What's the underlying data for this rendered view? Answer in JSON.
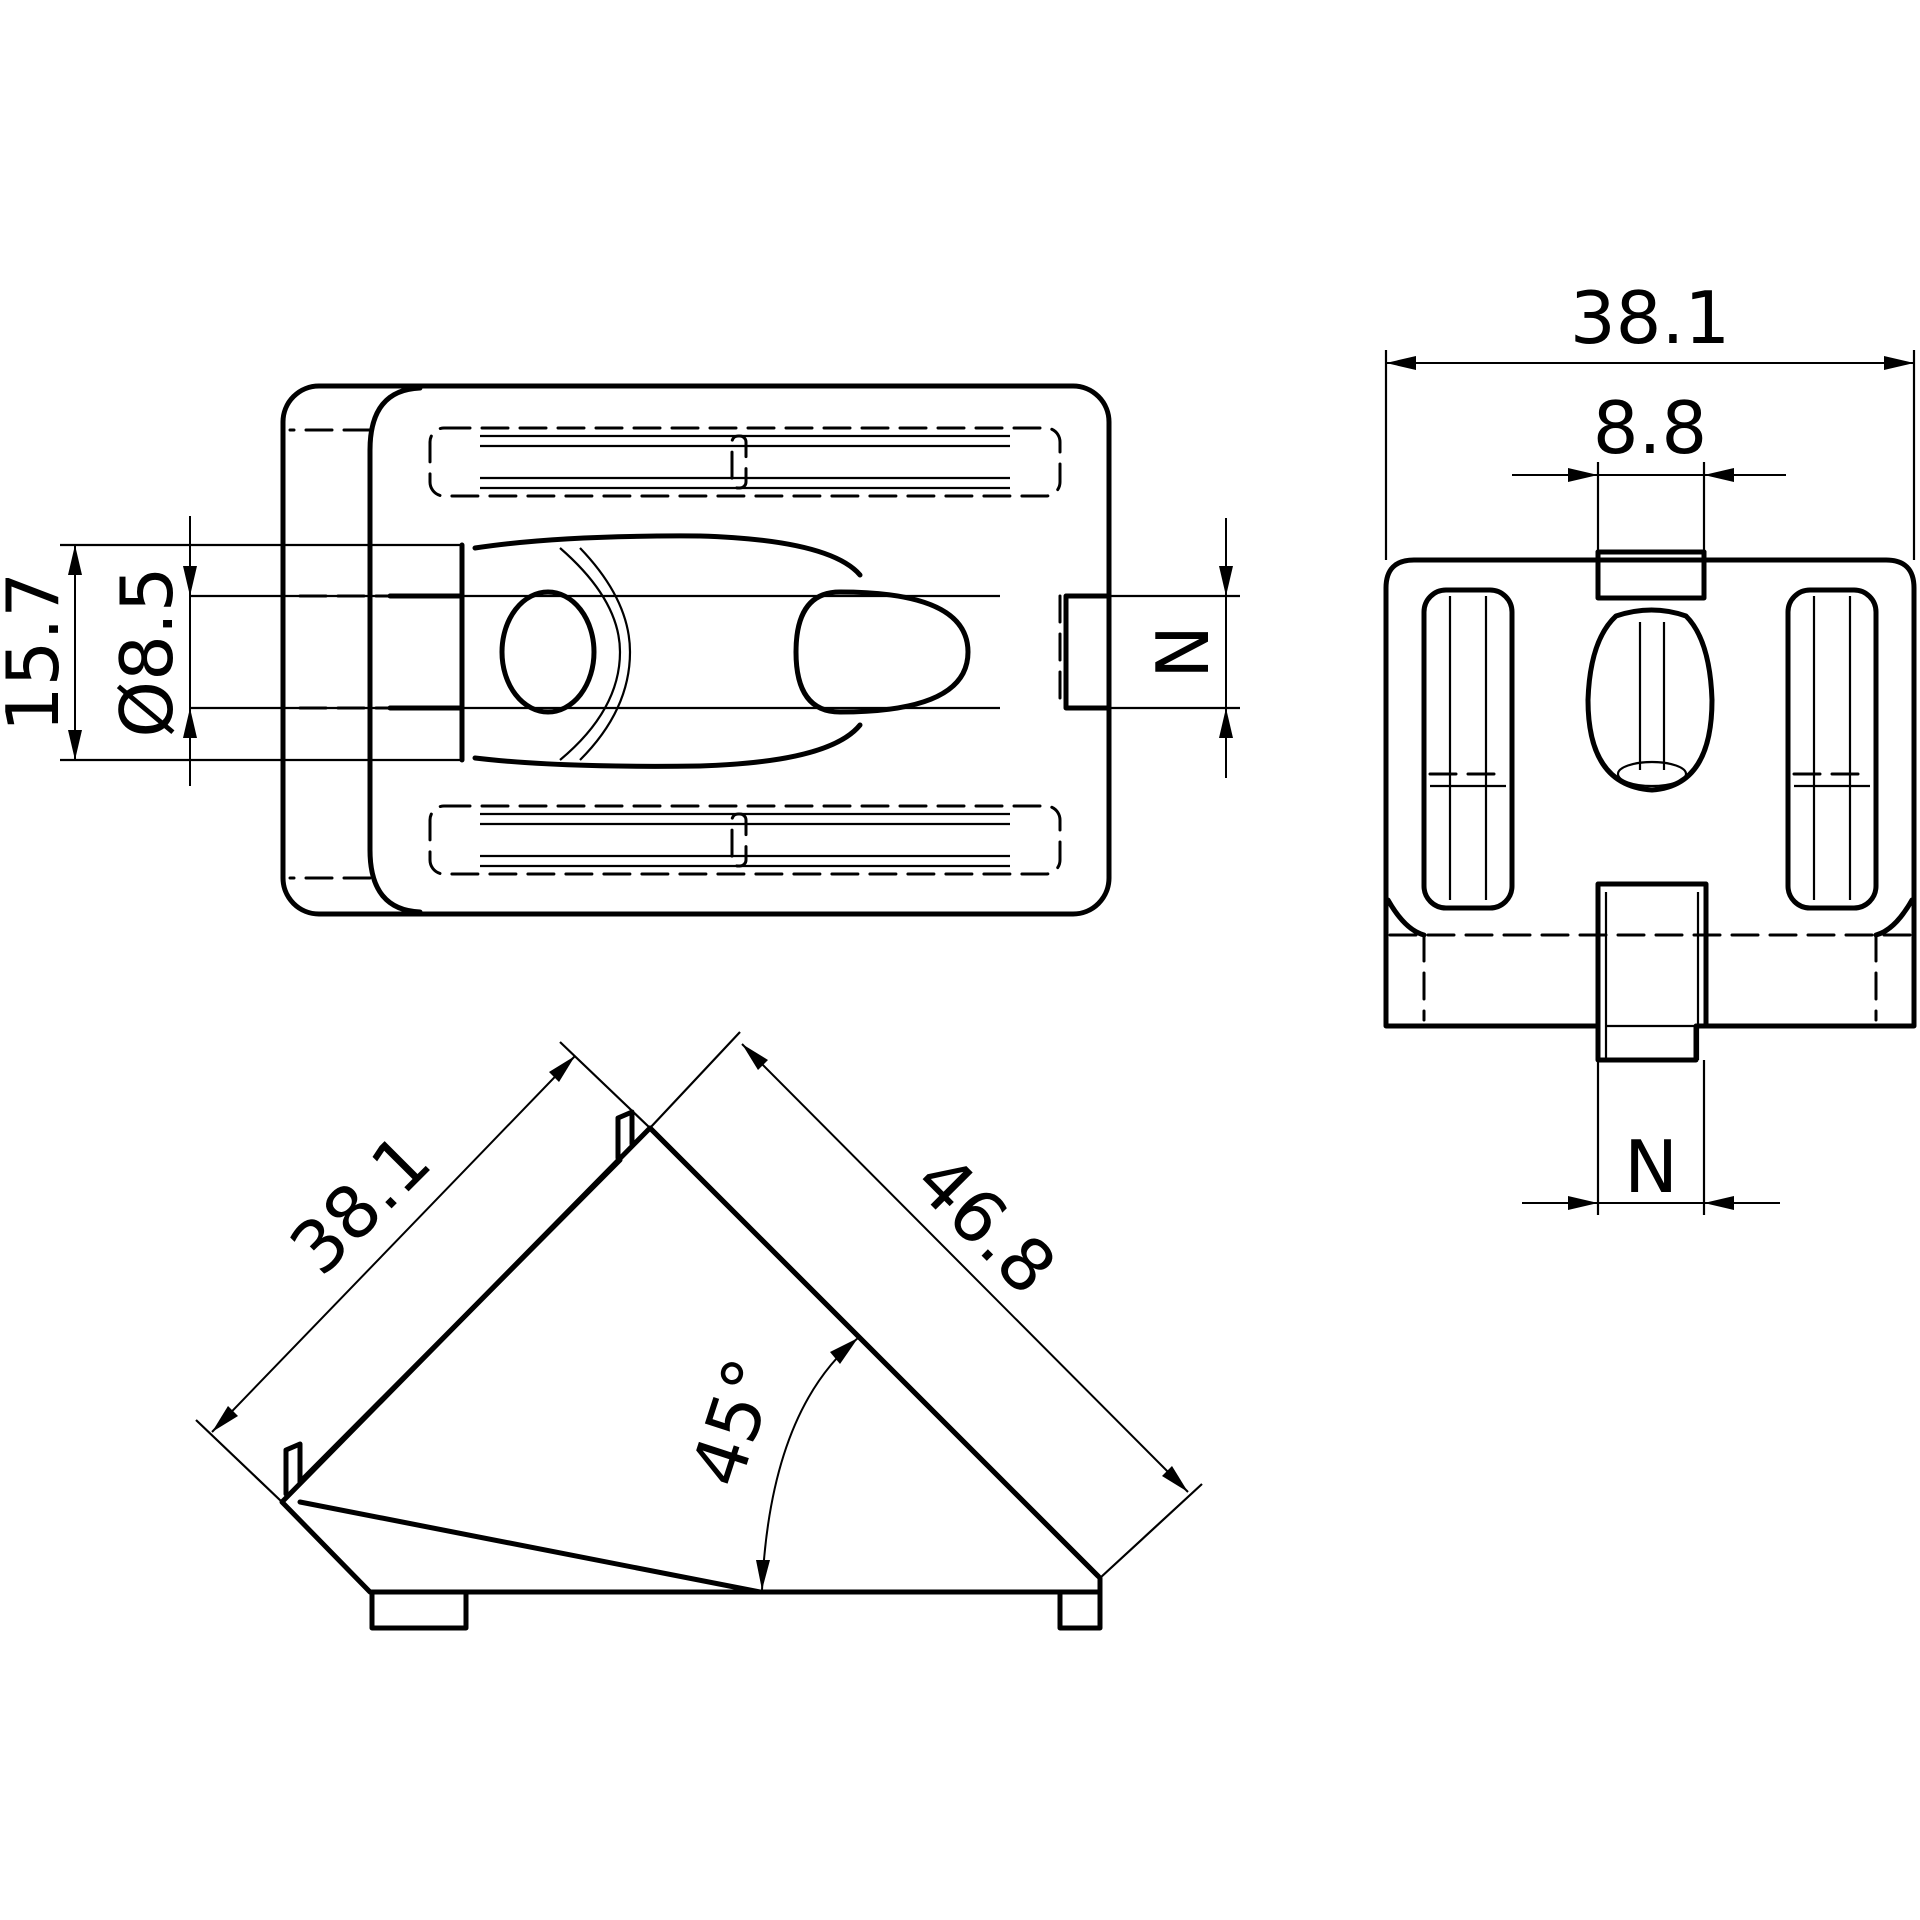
{
  "drawing": {
    "top_view": {
      "dim_height": "15.7",
      "dim_diameter": "Ø8.5",
      "dim_n": "N"
    },
    "side_view": {
      "dim_width": "38.1",
      "dim_slot": "8.8",
      "dim_n": "N"
    },
    "front_view": {
      "dim_leg": "38.1",
      "dim_length": "46.8",
      "dim_angle": "45°"
    },
    "colors": {
      "line": "#000000",
      "background": "#ffffff"
    }
  }
}
